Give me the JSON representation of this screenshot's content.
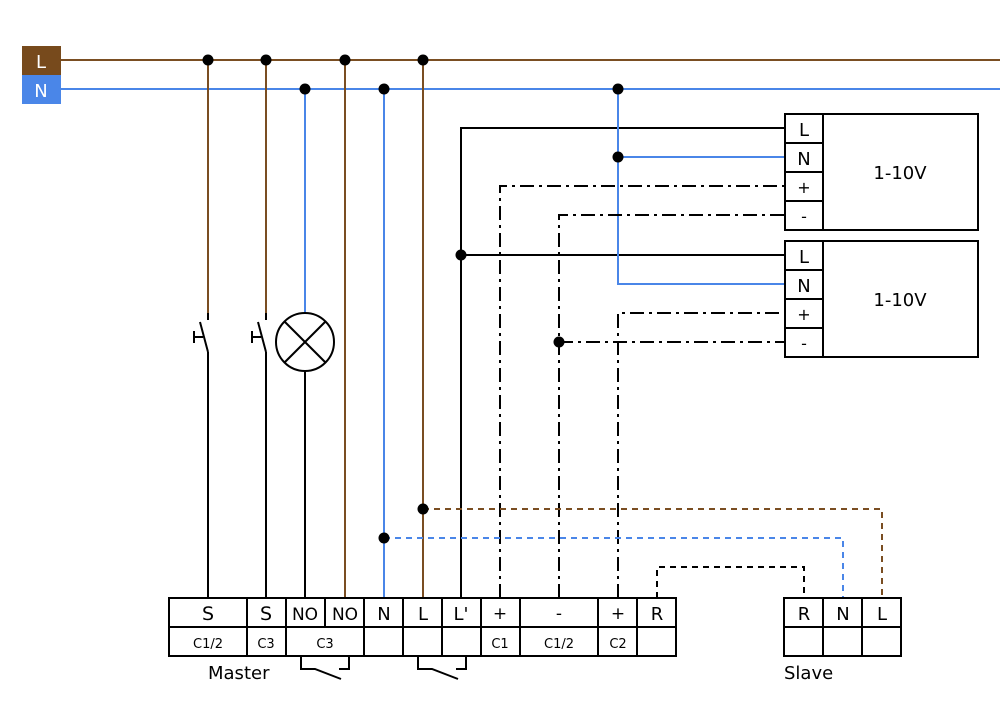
{
  "supply": {
    "L": {
      "label": "L",
      "color": "#774a1c"
    },
    "N": {
      "label": "N",
      "color": "#4a86e8"
    }
  },
  "drivers": [
    {
      "name": "1-10V",
      "terminals": [
        "L",
        "N",
        "+",
        "-"
      ]
    },
    {
      "name": "1-10V",
      "terminals": [
        "L",
        "N",
        "+",
        "-"
      ]
    }
  ],
  "master": {
    "label": "Master",
    "terminals": [
      "S",
      "S",
      "NO",
      "NO",
      "N",
      "L",
      "L'",
      "+",
      "-",
      "+",
      "R"
    ],
    "channels": [
      "C1/2",
      "C3",
      "C3",
      "",
      "",
      "",
      "C1",
      "C1/2",
      "C2",
      ""
    ]
  },
  "slave": {
    "label": "Slave",
    "terminals": [
      "R",
      "N",
      "L"
    ]
  },
  "components": {
    "switch_1": "push-button",
    "switch_2": "push-button",
    "lamp": "lamp"
  },
  "wire_colors": {
    "line": "#7a4e22",
    "neutral": "#4a86e8",
    "control": "#000000"
  }
}
